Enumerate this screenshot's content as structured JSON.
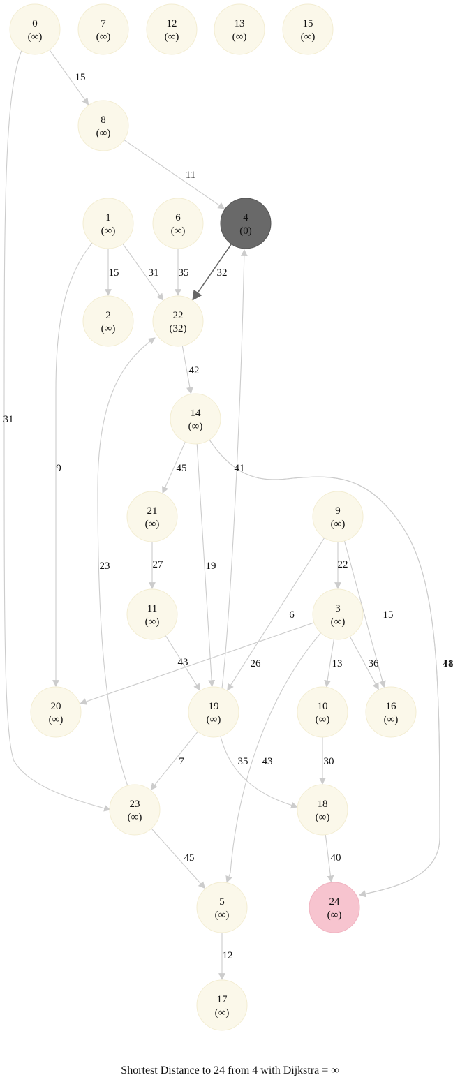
{
  "caption": "Shortest Distance to 24 from 4 with Dijkstra = ∞",
  "colors": {
    "node_fill": "#fbf8ea",
    "source_fill": "#696969",
    "target_fill": "#f7c4cf",
    "edge": "#cccccc",
    "edge_active": "#666666",
    "label": "#111111"
  },
  "nodes": [
    {
      "id": "0",
      "dist": "(∞)"
    },
    {
      "id": "7",
      "dist": "(∞)"
    },
    {
      "id": "12",
      "dist": "(∞)"
    },
    {
      "id": "13",
      "dist": "(∞)"
    },
    {
      "id": "15",
      "dist": "(∞)"
    },
    {
      "id": "8",
      "dist": "(∞)"
    },
    {
      "id": "1",
      "dist": "(∞)"
    },
    {
      "id": "6",
      "dist": "(∞)"
    },
    {
      "id": "4",
      "dist": "(0)",
      "role": "source"
    },
    {
      "id": "2",
      "dist": "(∞)"
    },
    {
      "id": "22",
      "dist": "(32)"
    },
    {
      "id": "14",
      "dist": "(∞)"
    },
    {
      "id": "21",
      "dist": "(∞)"
    },
    {
      "id": "9",
      "dist": "(∞)"
    },
    {
      "id": "11",
      "dist": "(∞)"
    },
    {
      "id": "3",
      "dist": "(∞)"
    },
    {
      "id": "20",
      "dist": "(∞)"
    },
    {
      "id": "19",
      "dist": "(∞)"
    },
    {
      "id": "10",
      "dist": "(∞)"
    },
    {
      "id": "16",
      "dist": "(∞)"
    },
    {
      "id": "23",
      "dist": "(∞)"
    },
    {
      "id": "18",
      "dist": "(∞)"
    },
    {
      "id": "5",
      "dist": "(∞)"
    },
    {
      "id": "24",
      "dist": "(∞)",
      "role": "target"
    },
    {
      "id": "17",
      "dist": "(∞)"
    }
  ],
  "edges": [
    {
      "from": "0",
      "to": "8",
      "weight": "15"
    },
    {
      "from": "0",
      "to": "23",
      "weight": "31"
    },
    {
      "from": "8",
      "to": "4",
      "weight": "11"
    },
    {
      "from": "1",
      "to": "2",
      "weight": "15"
    },
    {
      "from": "1",
      "to": "22",
      "weight": "31"
    },
    {
      "from": "1",
      "to": "20",
      "weight": "9"
    },
    {
      "from": "6",
      "to": "22",
      "weight": "35"
    },
    {
      "from": "4",
      "to": "22",
      "weight": "32",
      "active": true
    },
    {
      "from": "22",
      "to": "14",
      "weight": "42"
    },
    {
      "from": "14",
      "to": "21",
      "weight": "45"
    },
    {
      "from": "14",
      "to": "19",
      "weight": "19"
    },
    {
      "from": "14",
      "to": "24",
      "weight": "41"
    },
    {
      "from": "21",
      "to": "11",
      "weight": "27"
    },
    {
      "from": "11",
      "to": "19",
      "weight": "43"
    },
    {
      "from": "9",
      "to": "3",
      "weight": "22"
    },
    {
      "from": "9",
      "to": "19",
      "weight": "6"
    },
    {
      "from": "9",
      "to": "16",
      "weight": "15"
    },
    {
      "from": "3",
      "to": "20",
      "weight": "26"
    },
    {
      "from": "3",
      "to": "10",
      "weight": "13"
    },
    {
      "from": "3",
      "to": "16",
      "weight": "36"
    },
    {
      "from": "3",
      "to": "5",
      "weight": "43"
    },
    {
      "from": "19",
      "to": "4",
      "weight": "41"
    },
    {
      "from": "19",
      "to": "23",
      "weight": "7"
    },
    {
      "from": "19",
      "to": "18",
      "weight": "35"
    },
    {
      "from": "10",
      "to": "18",
      "weight": "30"
    },
    {
      "from": "23",
      "to": "22",
      "weight": "23"
    },
    {
      "from": "23",
      "to": "5",
      "weight": "45"
    },
    {
      "from": "18",
      "to": "24",
      "weight": "40"
    },
    {
      "from": "5",
      "to": "17",
      "weight": "12"
    },
    {
      "from": "14",
      "to": "24",
      "weight": "18"
    }
  ]
}
